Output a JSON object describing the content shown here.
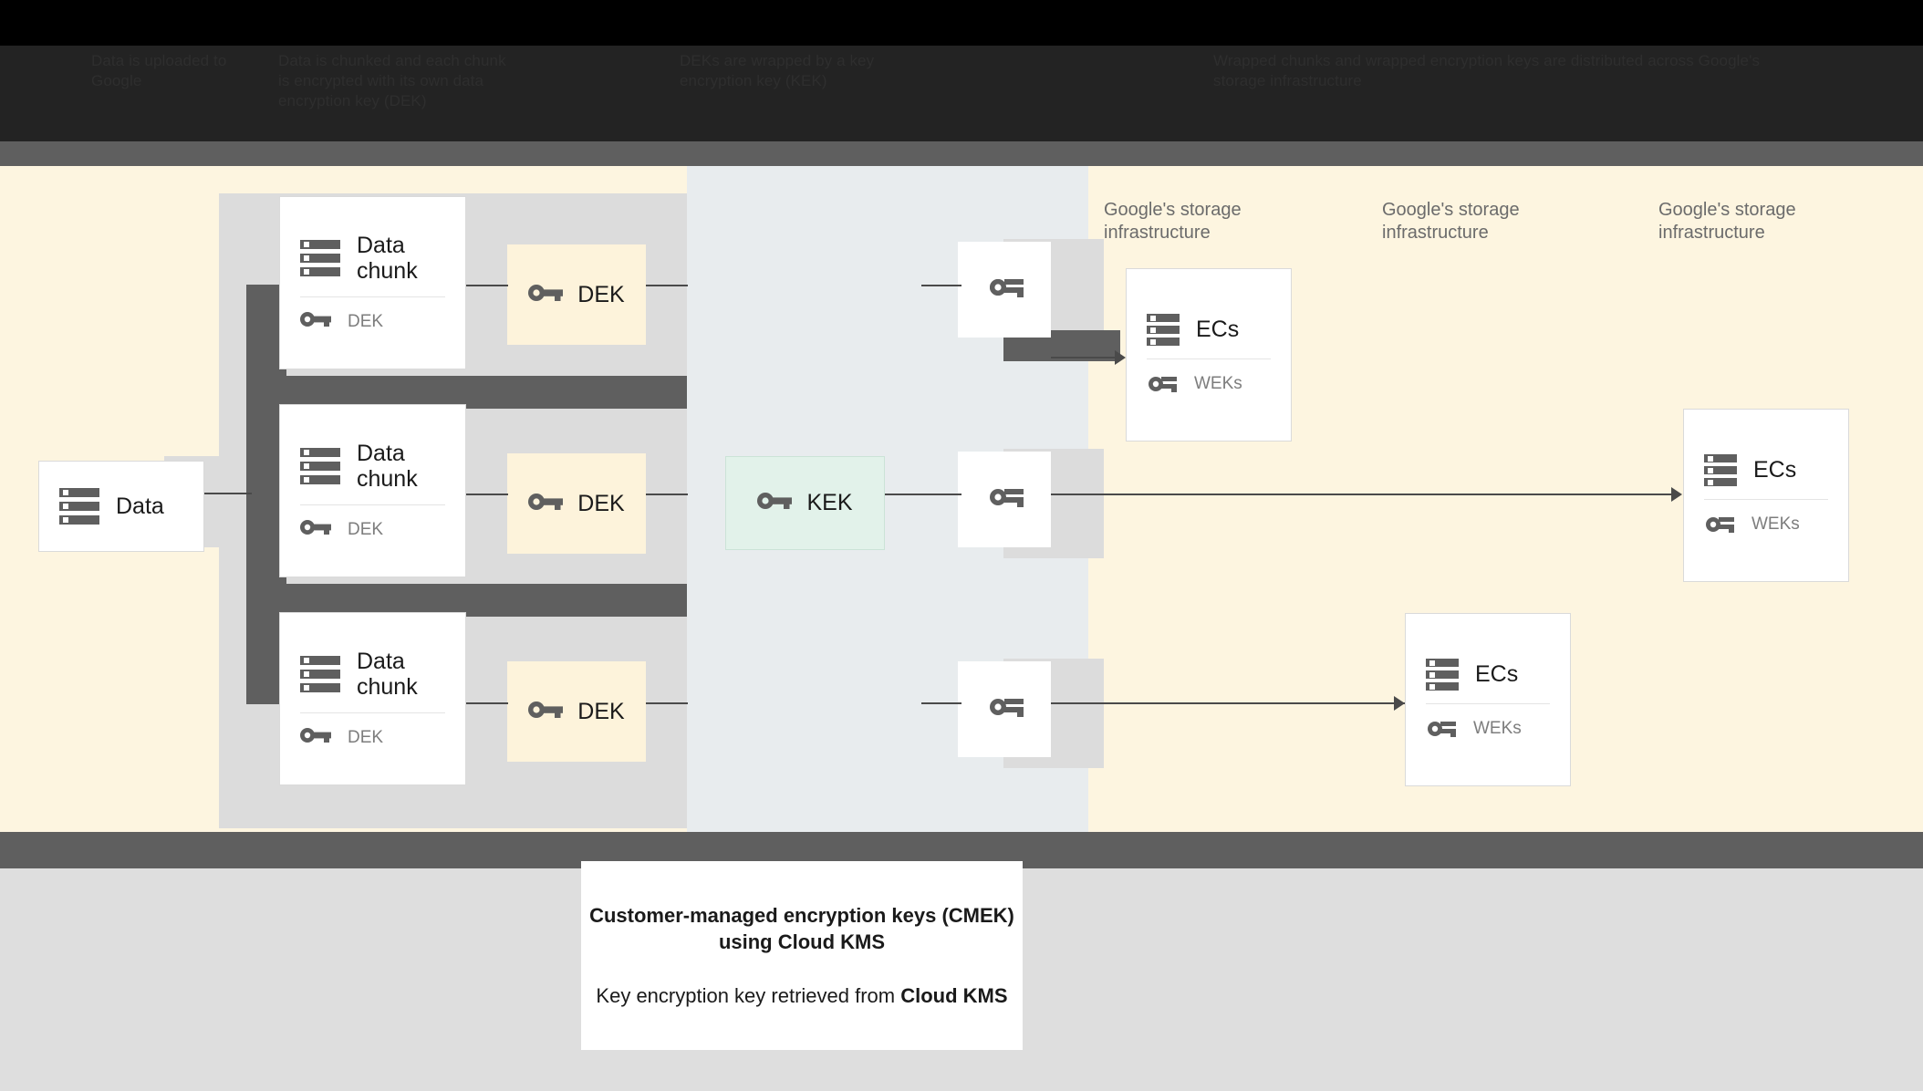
{
  "header": {
    "columns": [
      {
        "text": "Data is uploaded to Google"
      },
      {
        "text": "Data is chunked and each chunk is encrypted with its own data encryption key (DEK)"
      },
      {
        "text": "DEKs are wrapped by a key encryption key (KEK)"
      },
      {
        "text": "Wrapped chunks and wrapped encryption keys are distributed across Google's storage infrastructure"
      }
    ]
  },
  "diagram": {
    "source": {
      "label": "Data",
      "icon": "server-icon"
    },
    "chunks": [
      {
        "label": "Data chunk",
        "key_label": "DEK",
        "icon": "server-icon",
        "key_icon": "key-icon"
      },
      {
        "label": "Data chunk",
        "key_label": "DEK",
        "icon": "server-icon",
        "key_icon": "key-icon"
      },
      {
        "label": "Data chunk",
        "key_label": "DEK",
        "icon": "server-icon",
        "key_icon": "key-icon"
      }
    ],
    "deks": [
      {
        "label": "DEK",
        "icon": "key-icon"
      },
      {
        "label": "DEK",
        "icon": "key-icon"
      },
      {
        "label": "DEK",
        "icon": "key-icon"
      }
    ],
    "kek": {
      "label": "KEK",
      "icon": "key-icon"
    },
    "wrapped_keys": [
      {
        "icon": "key-icon"
      },
      {
        "icon": "key-icon"
      },
      {
        "icon": "key-icon"
      }
    ],
    "storage_labels": [
      "Google's storage infrastructure",
      "Google's storage infrastructure",
      "Google's storage infrastructure"
    ],
    "storage_cards": [
      {
        "label": "ECs",
        "key_label": "WEKs",
        "icon": "server-icon",
        "key_icon": "key-icon"
      },
      {
        "label": "ECs",
        "key_label": "WEKs",
        "icon": "server-icon",
        "key_icon": "key-icon"
      },
      {
        "label": "ECs",
        "key_label": "WEKs",
        "icon": "server-icon",
        "key_icon": "key-icon"
      }
    ]
  },
  "caption": {
    "title": "Customer-managed encryption keys (CMEK) using Cloud KMS",
    "body_prefix": "Key encryption key retrieved from ",
    "body_emphasis": "Cloud KMS"
  },
  "colors": {
    "cream": "#FDF5E0",
    "blue_gray": "#E8ECEE",
    "dek_yellow": "#FDF3DB",
    "kek_green": "#E2F2EA",
    "structure_gray": "#5F5F5F",
    "plate_gray": "#DCDCDC",
    "bottom_gray": "#DEDEDE",
    "icon_gray": "#5F5F5F"
  }
}
